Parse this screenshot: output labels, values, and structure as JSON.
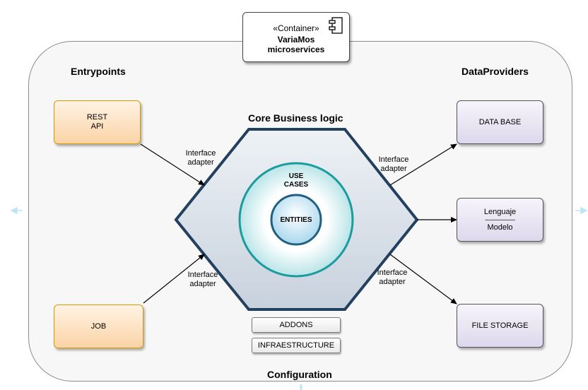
{
  "container": {
    "stereotype": "«Container»",
    "name_line1": "VariaMos",
    "name_line2": "microservices"
  },
  "entrypoints": {
    "title": "Entrypoints",
    "items": [
      "REST\nAPI",
      "JOB"
    ]
  },
  "dataproviders": {
    "title": "DataProviders",
    "data_base": "DATA BASE",
    "lenguaje": "Lenguaje",
    "separator": "-----------------",
    "modelo": "Modelo",
    "file_storage": "FILE STORAGE"
  },
  "core": {
    "title": "Core Business logic",
    "use_cases_line1": "USE",
    "use_cases_line2": "CASES",
    "entities": "ENTITIES"
  },
  "adapters": {
    "line1": "Interface",
    "line2": "adapter"
  },
  "addons": "ADDONS",
  "infraestructure": "INFRAESTRUCTURE",
  "configuration": "Configuration",
  "colors": {
    "entry_border": "#d79b00",
    "hexagon_border": "#23405f",
    "use_cases_ring": "#1a9c9c",
    "entities_ring": "#1f5f7f"
  }
}
